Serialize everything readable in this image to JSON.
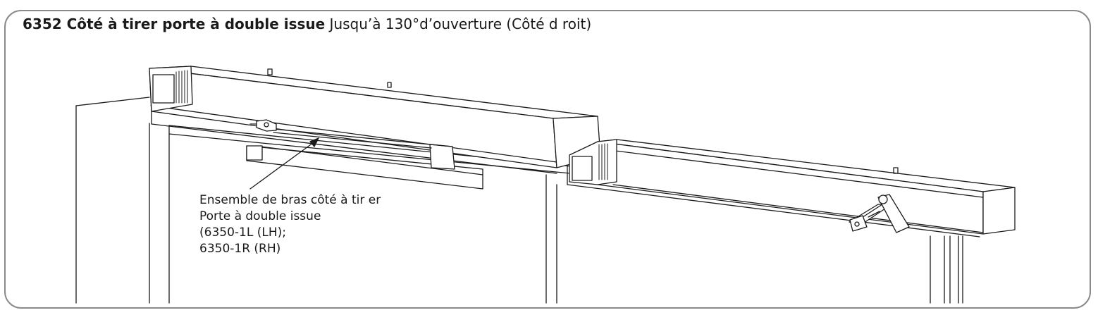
{
  "title": {
    "bold": "6352 Côté à tirer porte à double issue",
    "rest": " Jusqu’à 130°d’ouverture (Côté d roit)"
  },
  "callout": {
    "lines": [
      "Ensemble de bras côté à tir er",
      "Porte à double issue",
      "(6350-1L (LH);",
      "6350-1R (RH)"
    ]
  }
}
